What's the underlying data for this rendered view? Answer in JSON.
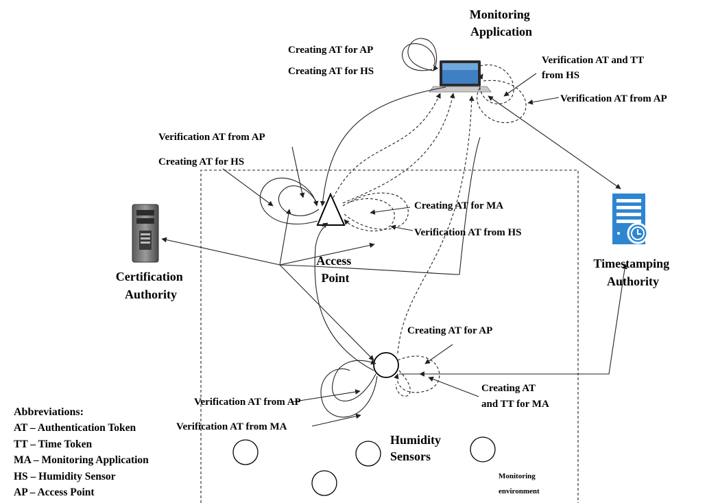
{
  "nodes": {
    "monitoring_app": [
      "Monitoring",
      "Application"
    ],
    "access_point": [
      "Access",
      "Point"
    ],
    "certification_authority": [
      "Certification",
      "Authority"
    ],
    "timestamping_authority": [
      "Timestamping",
      "Authority"
    ],
    "humidity_sensors": [
      "Humidity",
      "Sensors"
    ],
    "environment": [
      "Monitoring",
      "environment"
    ]
  },
  "annotations": {
    "ma_create_ap": "Creating AT for AP",
    "ma_create_hs": "Creating AT for HS",
    "ma_verify_hs": [
      "Verification AT and TT",
      "from HS"
    ],
    "ma_verify_ap": "Verification AT from AP",
    "ap_verify_ap": "Verification AT from AP",
    "ap_create_hs": "Creating AT for HS",
    "ap_create_ma": "Creating AT for MA",
    "ap_verify_hs": "Verification AT from HS",
    "hs_create_ap": "Creating AT for AP",
    "hs_create_ma": [
      "Creating AT",
      "and TT for MA"
    ],
    "hs_verify_ap": "Verification AT from AP",
    "hs_verify_ma": "Verification AT from MA"
  },
  "abbreviations": {
    "title": "Abbreviations:",
    "items": [
      "AT – Authentication Token",
      "TT – Time Token",
      "MA – Monitoring Application",
      "HS – Humidity Sensor",
      "AP – Access Point"
    ]
  },
  "colors": {
    "stroke": "#222222",
    "server_blue": "#2e86d1",
    "server_gray": "#7a7a7a"
  },
  "icons": {
    "monitoring_app": "laptop-icon",
    "certification_authority": "server-tower-icon",
    "timestamping_authority": "timestamp-server-icon",
    "access_point": "triangle-access-point",
    "humidity_sensor": "circle-sensor"
  }
}
